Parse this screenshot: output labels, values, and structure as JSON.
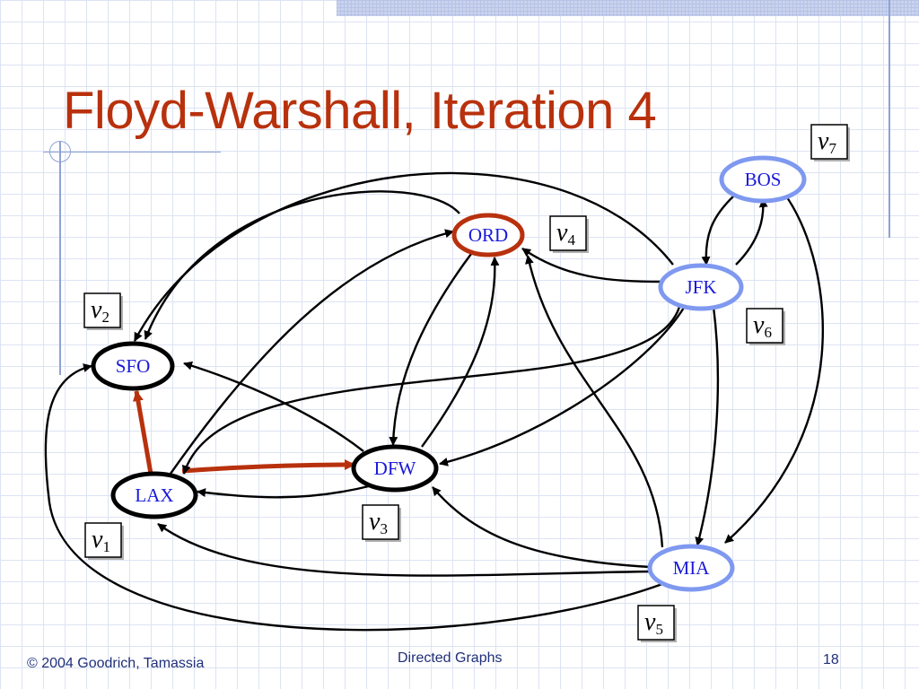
{
  "slide": {
    "title": "Floyd-Warshall, Iteration 4",
    "footer_left": "© 2004 Goodrich, Tamassia",
    "footer_center": "Directed Graphs",
    "page_number": "18"
  },
  "colors": {
    "title": "#b8310d",
    "highlight": "#b8310d",
    "visited_node_border": "#7f99f0",
    "node_border": "#000000",
    "node_text": "#1a1ad9",
    "edge": "#000000",
    "footer": "#1f2f7a"
  },
  "nodes": [
    {
      "id": "LAX",
      "label": "LAX",
      "vertex": "v",
      "index": "1",
      "style": "black"
    },
    {
      "id": "SFO",
      "label": "SFO",
      "vertex": "v",
      "index": "2",
      "style": "black"
    },
    {
      "id": "DFW",
      "label": "DFW",
      "vertex": "v",
      "index": "3",
      "style": "black"
    },
    {
      "id": "ORD",
      "label": "ORD",
      "vertex": "v",
      "index": "4",
      "style": "red"
    },
    {
      "id": "MIA",
      "label": "MIA",
      "vertex": "v",
      "index": "5",
      "style": "blue"
    },
    {
      "id": "JFK",
      "label": "JFK",
      "vertex": "v",
      "index": "6",
      "style": "blue"
    },
    {
      "id": "BOS",
      "label": "BOS",
      "vertex": "v",
      "index": "7",
      "style": "blue"
    }
  ],
  "edges": [
    {
      "from": "LAX",
      "to": "SFO",
      "highlight": true
    },
    {
      "from": "LAX",
      "to": "DFW",
      "highlight": true
    },
    {
      "from": "LAX",
      "to": "ORD",
      "highlight": false
    },
    {
      "from": "DFW",
      "to": "LAX",
      "highlight": false
    },
    {
      "from": "DFW",
      "to": "SFO",
      "highlight": false
    },
    {
      "from": "DFW",
      "to": "ORD",
      "highlight": false
    },
    {
      "from": "ORD",
      "to": "DFW",
      "highlight": false
    },
    {
      "from": "ORD",
      "to": "SFO",
      "highlight": false
    },
    {
      "from": "JFK",
      "to": "ORD",
      "highlight": false
    },
    {
      "from": "JFK",
      "to": "DFW",
      "highlight": false
    },
    {
      "from": "JFK",
      "to": "SFO",
      "highlight": false
    },
    {
      "from": "JFK",
      "to": "LAX",
      "highlight": false
    },
    {
      "from": "JFK",
      "to": "BOS",
      "highlight": false
    },
    {
      "from": "JFK",
      "to": "MIA",
      "highlight": false
    },
    {
      "from": "BOS",
      "to": "JFK",
      "highlight": false
    },
    {
      "from": "BOS",
      "to": "MIA",
      "highlight": false
    },
    {
      "from": "MIA",
      "to": "LAX",
      "highlight": false
    },
    {
      "from": "MIA",
      "to": "DFW",
      "highlight": false
    },
    {
      "from": "MIA",
      "to": "ORD",
      "highlight": false
    },
    {
      "from": "MIA",
      "to": "SFO",
      "highlight": false
    }
  ]
}
